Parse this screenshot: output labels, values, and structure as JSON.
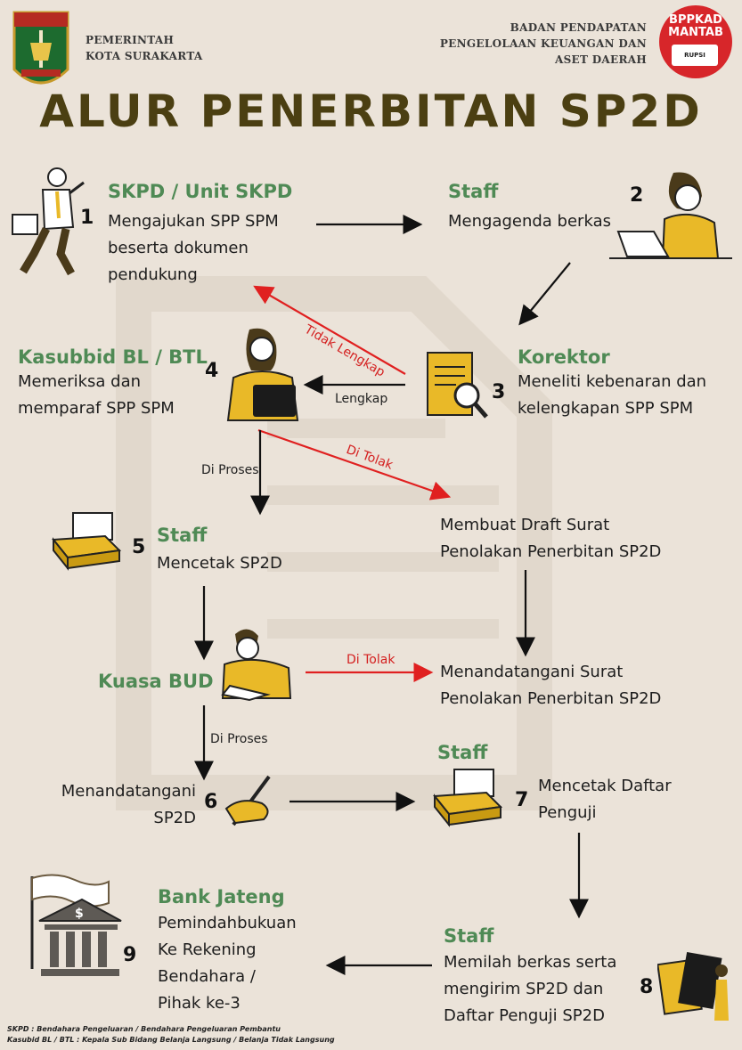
{
  "header": {
    "gov_line1": "PEMERINTAH",
    "gov_line2": "KOTA SURAKARTA",
    "agency_line1": "BADAN PENDAPATAN",
    "agency_line2": "PENGELOLAAN KEUANGAN DAN",
    "agency_line3": "ASET DAERAH",
    "logo_right_line1": "BPPKAD",
    "logo_right_line2": "MANTAB",
    "logo_right_small": "RUPSI"
  },
  "title": "ALUR PENERBITAN SP2D",
  "steps": {
    "s1": {
      "num": "1",
      "role": "SKPD / Unit SKPD",
      "l1": "Mengajukan SPP SPM",
      "l2": "beserta dokumen",
      "l3": "pendukung"
    },
    "s2": {
      "num": "2",
      "role": "Staff",
      "l1": "Mengagenda berkas"
    },
    "s3": {
      "num": "3",
      "role": "Korektor",
      "l1": "Meneliti kebenaran dan",
      "l2": "kelengkapan SPP SPM"
    },
    "s4": {
      "num": "4",
      "role": "Kasubbid BL / BTL",
      "l1": "Memeriksa dan",
      "l2": "memparaf SPP SPM"
    },
    "s5": {
      "num": "5",
      "role": "Staff",
      "l1": "Mencetak SP2D"
    },
    "kuasa": {
      "role": "Kuasa BUD"
    },
    "s6": {
      "num": "6",
      "l1": "Menandatangani",
      "l2": "SP2D"
    },
    "s7": {
      "num": "7",
      "role": "Staff",
      "l1": "Mencetak Daftar",
      "l2": "Penguji"
    },
    "s8": {
      "num": "8",
      "role": "Staff",
      "l1": "Memilah berkas serta",
      "l2": "mengirim SP2D dan",
      "l3": "Daftar Penguji SP2D"
    },
    "s9": {
      "num": "9",
      "role": "Bank Jateng",
      "l1": "Pemindahbukuan",
      "l2": "Ke Rekening",
      "l3": "Bendahara /",
      "l4": "Pihak ke-3"
    },
    "draft": {
      "l1": "Membuat Draft Surat",
      "l2": "Penolakan Penerbitan SP2D"
    },
    "signrej": {
      "l1": "Menandatangani Surat",
      "l2": "Penolakan Penerbitan SP2D"
    }
  },
  "arrow_labels": {
    "tidak_lengkap": "Tidak Lengkap",
    "lengkap": "Lengkap",
    "di_tolak_1": "Di Tolak",
    "di_proses_1": "Di Proses",
    "di_tolak_2": "Di Tolak",
    "di_proses_2": "Di Proses"
  },
  "footnotes": {
    "f1": "SKPD : Bendahara Pengeluaran / Bendahara Pengeluaran Pembantu",
    "f2": "Kasubid BL / BTL : Kepala Sub Bidang Belanja Langsung / Belanja Tidak Langsung"
  },
  "colors": {
    "accent_green": "#4f8a55",
    "title_brown": "#4b3f12",
    "arrow_red": "#e02020",
    "icon_yellow": "#e9b928"
  },
  "icons": [
    "surakarta-emblem-icon",
    "bppkad-logo-icon",
    "businessman-icon",
    "laptop-woman-icon",
    "document-magnifier-icon",
    "woman-laptop-icon",
    "printer-icon",
    "writing-man-icon",
    "signing-hand-icon",
    "bank-icon",
    "handover-icon"
  ]
}
